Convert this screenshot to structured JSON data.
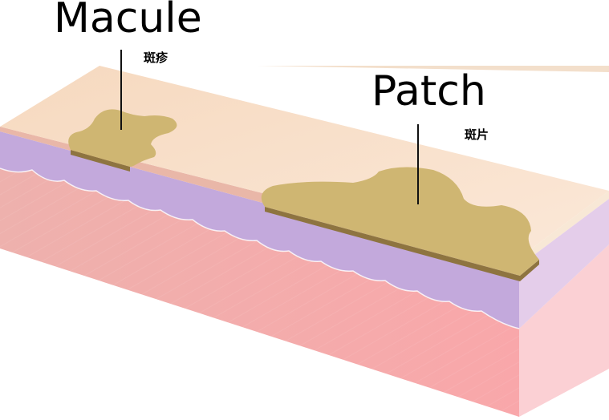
{
  "labels": {
    "macule": {
      "title": "Macule",
      "subtitle": "斑疹"
    },
    "patch": {
      "title": "Patch",
      "subtitle": "斑片"
    }
  },
  "colors": {
    "epidermis_top": "#f7dcc4",
    "epidermis_right": "#f8e7d6",
    "basal_layer": "#c3a9dc",
    "basal_right": "#e3cde9",
    "dermis_front": "#f4aeb0",
    "dermis_right": "#fbcfd3",
    "lesion": "#cfb672",
    "lesion_edge": "#8e7440",
    "pointer": "#111111"
  }
}
